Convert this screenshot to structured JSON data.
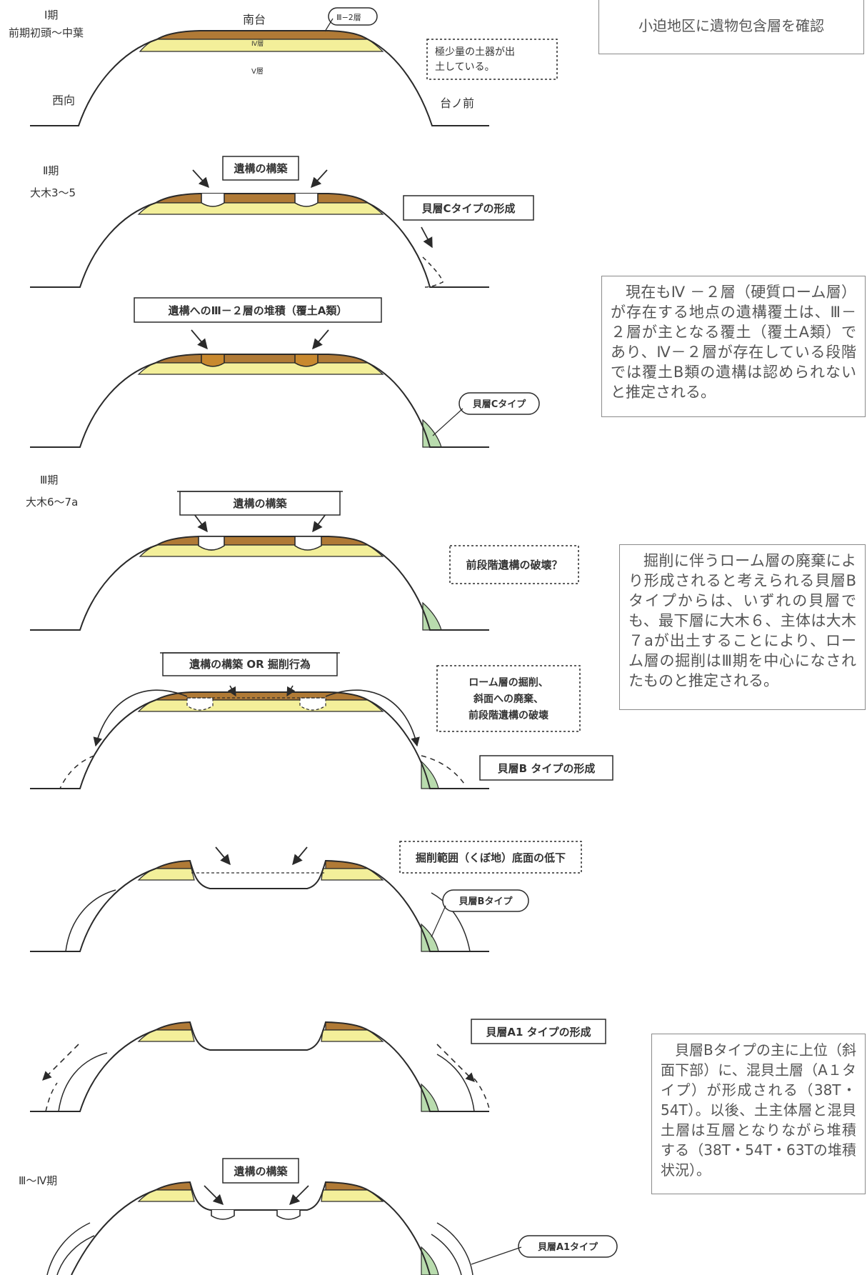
{
  "phase1": {
    "period": "Ⅰ期",
    "sub": "前期初頭～中葉",
    "south": "南台",
    "west": "西向",
    "front": "台ノ前",
    "layer3": "Ⅲ−2層",
    "layer4": "Ⅳ層",
    "layer5": "Ⅴ層",
    "note_l1": "極少量の土器が出",
    "note_l2": "土している。"
  },
  "phase2": {
    "period": "Ⅱ期",
    "sub": "大木3～5",
    "box1": "遺構の構築",
    "box2": "貝層Cタイプの形成",
    "box3": "遺構へのⅢ－２層の堆積（覆土A類）",
    "label": "貝層Cタイプ"
  },
  "phase3": {
    "period": "Ⅲ期",
    "sub": "大木6～7a",
    "box1": "遺構の構築",
    "note1": "前段階遺構の破壊？",
    "box2": "遺構の構築 OR 掘削行為",
    "note2_l1": "ローム層の掘削、",
    "note2_l2": "斜面への廃棄、",
    "note2_l3": "前段階遺構の破壊",
    "box3": "貝層B タイプの形成",
    "note3": "掘削範囲（くぼ地）底面の低下",
    "label1": "貝層Bタイプ",
    "box4": "貝層A1 タイプの形成"
  },
  "phase4": {
    "period": "Ⅲ～Ⅳ期",
    "box1": "遺構の構築",
    "label": "貝層A1タイプ"
  },
  "notes": {
    "top": "小迫地区に遺物包含層を確認",
    "n1": "現在もⅣ －２層（硬質ローム層）が存在する地点の遺構覆土は、Ⅲ－２層が主となる覆土（覆土A類）であり、Ⅳ－２層が存在している段階では覆土B類の遺構は認められないと推定される。",
    "n2": "掘削に伴うローム層の廃棄により形成されると考えられる貝層Bタイプからは、いずれの貝層でも、最下層に大木６、主体は大木７aが出土することにより、ローム層の掘削はⅢ期を中心になされたものと推定される。",
    "n3": "貝層Bタイプの主に上位（斜面下部）に、混貝土層（A１タイプ）が形成される（38T・54T）。以後、土主体層と混貝土層は互層となりながら堆積する（38T・54T・63Tの堆積状況）。"
  },
  "colors": {
    "brown": "#b07a36",
    "yellow": "#f3ef9a",
    "green": "#b9dcae",
    "line": "#2a2a2a"
  }
}
